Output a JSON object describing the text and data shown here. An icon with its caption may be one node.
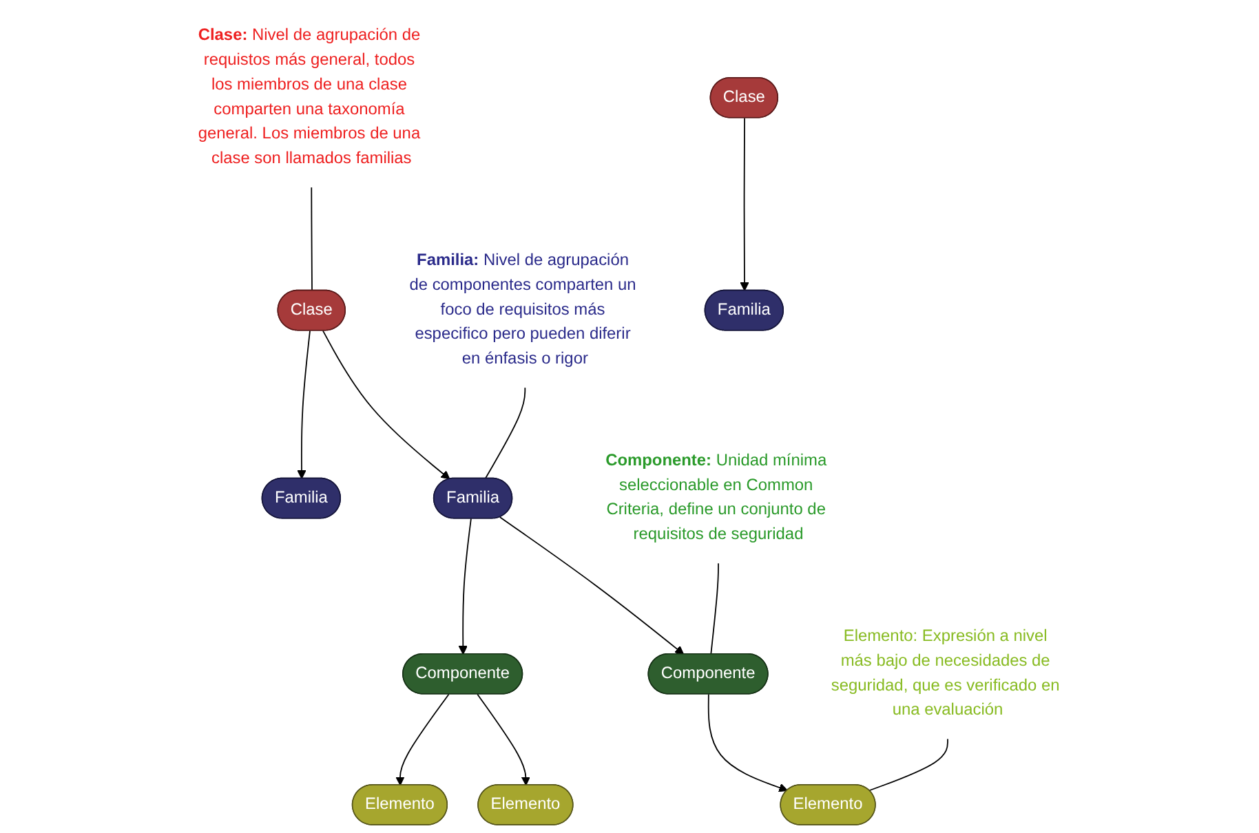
{
  "diagram": {
    "nodes": [
      {
        "text": [
          "Clase:",
          "Nivel de agrupación de requistos más general, todos los miembros de una clase comparten una taxonomía general. Los miembros de una clase son llamados familias"
        ]
      },
      {
        "text": [
          "Clase"
        ]
      },
      {
        "text": [
          "Clase"
        ]
      },
      {
        "text": [
          "Familia:",
          "Nivel de agrupación de componentes comparten un foco de requisitos más especifico pero pueden diferir en énfasis o rigor"
        ]
      },
      {
        "text": [
          "Familia"
        ]
      },
      {
        "text": [
          "Familia"
        ]
      },
      {
        "text": [
          "Familia"
        ]
      },
      {
        "text": [
          "Componente:",
          "Unidad mínima seleccionable en Common Criteria, define un conjunto de requisitos de seguridad"
        ]
      },
      {
        "text": [
          "Componente"
        ]
      },
      {
        "text": [
          "Componente"
        ]
      },
      {
        "text": [
          "Elemento: Expresión a nivel más bajo de necesidades de seguridad, que es verificado en una evaluación"
        ]
      },
      {
        "text": [
          "Elemento"
        ]
      },
      {
        "text": [
          "Elemento"
        ]
      },
      {
        "text": [
          "Elemento"
        ]
      }
    ],
    "edges": [
      {
        "from": 0,
        "to": 1,
        "arrow": "none"
      },
      {
        "from": 1,
        "to": 4,
        "arrow": "to"
      },
      {
        "from": 1,
        "to": 5,
        "arrow": "to"
      },
      {
        "from": 2,
        "to": 6,
        "arrow": "to"
      },
      {
        "from": 3,
        "to": 4,
        "arrow": "none"
      },
      {
        "from": 4,
        "to": 8,
        "arrow": "to"
      },
      {
        "from": 4,
        "to": 9,
        "arrow": "to"
      },
      {
        "from": 7,
        "to": 8,
        "arrow": "none"
      },
      {
        "from": 8,
        "to": 11,
        "arrow": "to"
      },
      {
        "from": 9,
        "to": 12,
        "arrow": "to"
      },
      {
        "from": 9,
        "to": 13,
        "arrow": "to"
      },
      {
        "from": 10,
        "to": 11,
        "arrow": "none"
      }
    ]
  }
}
